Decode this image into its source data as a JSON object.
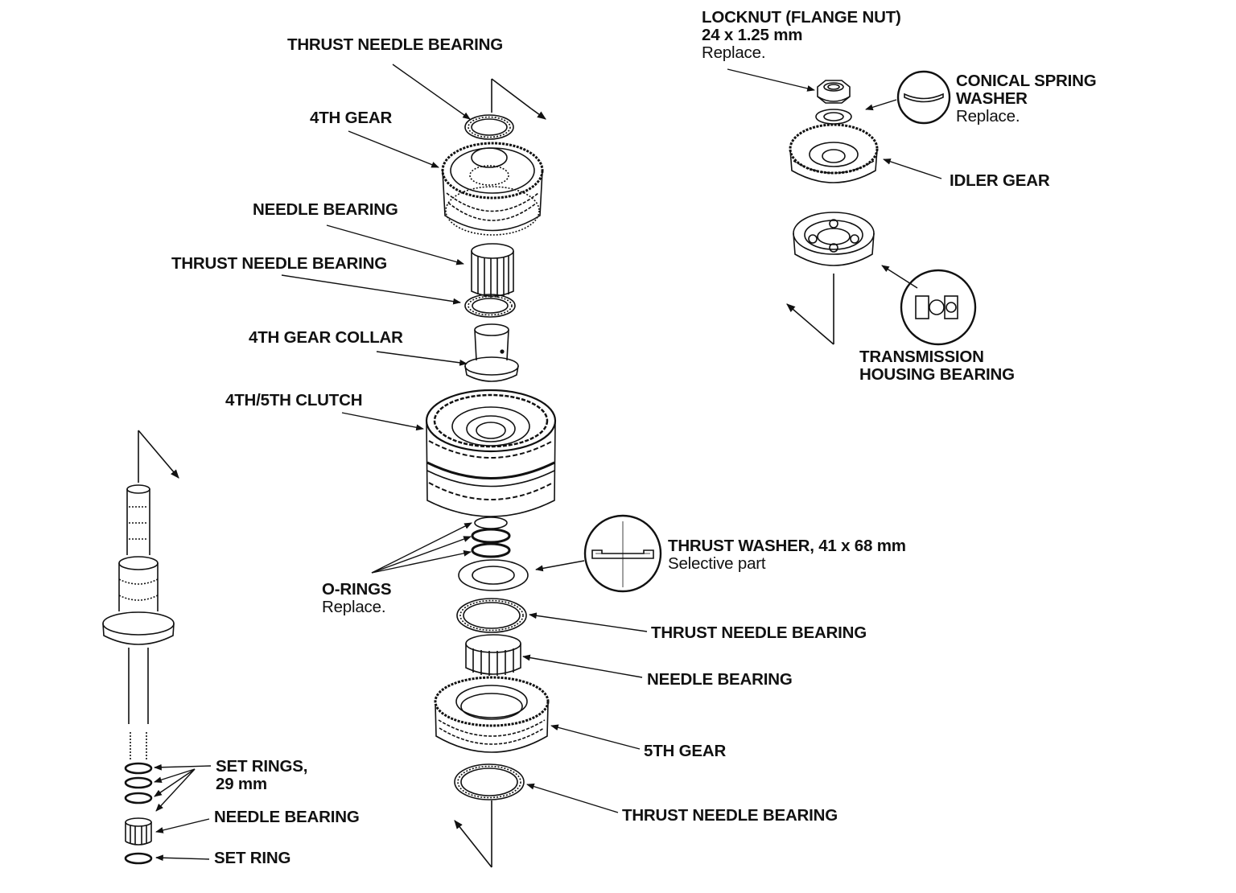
{
  "labels": {
    "thrust_needle_bearing_top": "THRUST NEEDLE BEARING",
    "fourth_gear": "4TH GEAR",
    "needle_bearing_upper": "NEEDLE BEARING",
    "thrust_needle_bearing_2": "THRUST NEEDLE BEARING",
    "fourth_gear_collar": "4TH GEAR COLLAR",
    "clutch": "4TH/5TH CLUTCH",
    "o_rings": "O-RINGS",
    "o_rings_note": "Replace.",
    "thrust_washer": "THRUST WASHER, 41 x 68 mm",
    "thrust_washer_note": "Selective part",
    "thrust_needle_bearing_3": "THRUST NEEDLE BEARING",
    "needle_bearing_lower": "NEEDLE BEARING",
    "fifth_gear": "5TH GEAR",
    "thrust_needle_bearing_bottom": "THRUST NEEDLE BEARING",
    "locknut_line1": "LOCKNUT (FLANGE NUT)",
    "locknut_line2": "24 x 1.25 mm",
    "locknut_note": "Replace.",
    "conical_line1": "CONICAL SPRING",
    "conical_line2": "WASHER",
    "conical_note": "Replace.",
    "idler_gear": "IDLER GEAR",
    "housing_line1": "TRANSMISSION",
    "housing_line2": "HOUSING BEARING",
    "set_rings_line1": "SET RINGS,",
    "set_rings_line2": "29 mm",
    "shaft_needle_bearing": "NEEDLE BEARING",
    "set_ring": "SET RING"
  },
  "colors": {
    "ink": "#111111",
    "paper": "#ffffff"
  }
}
